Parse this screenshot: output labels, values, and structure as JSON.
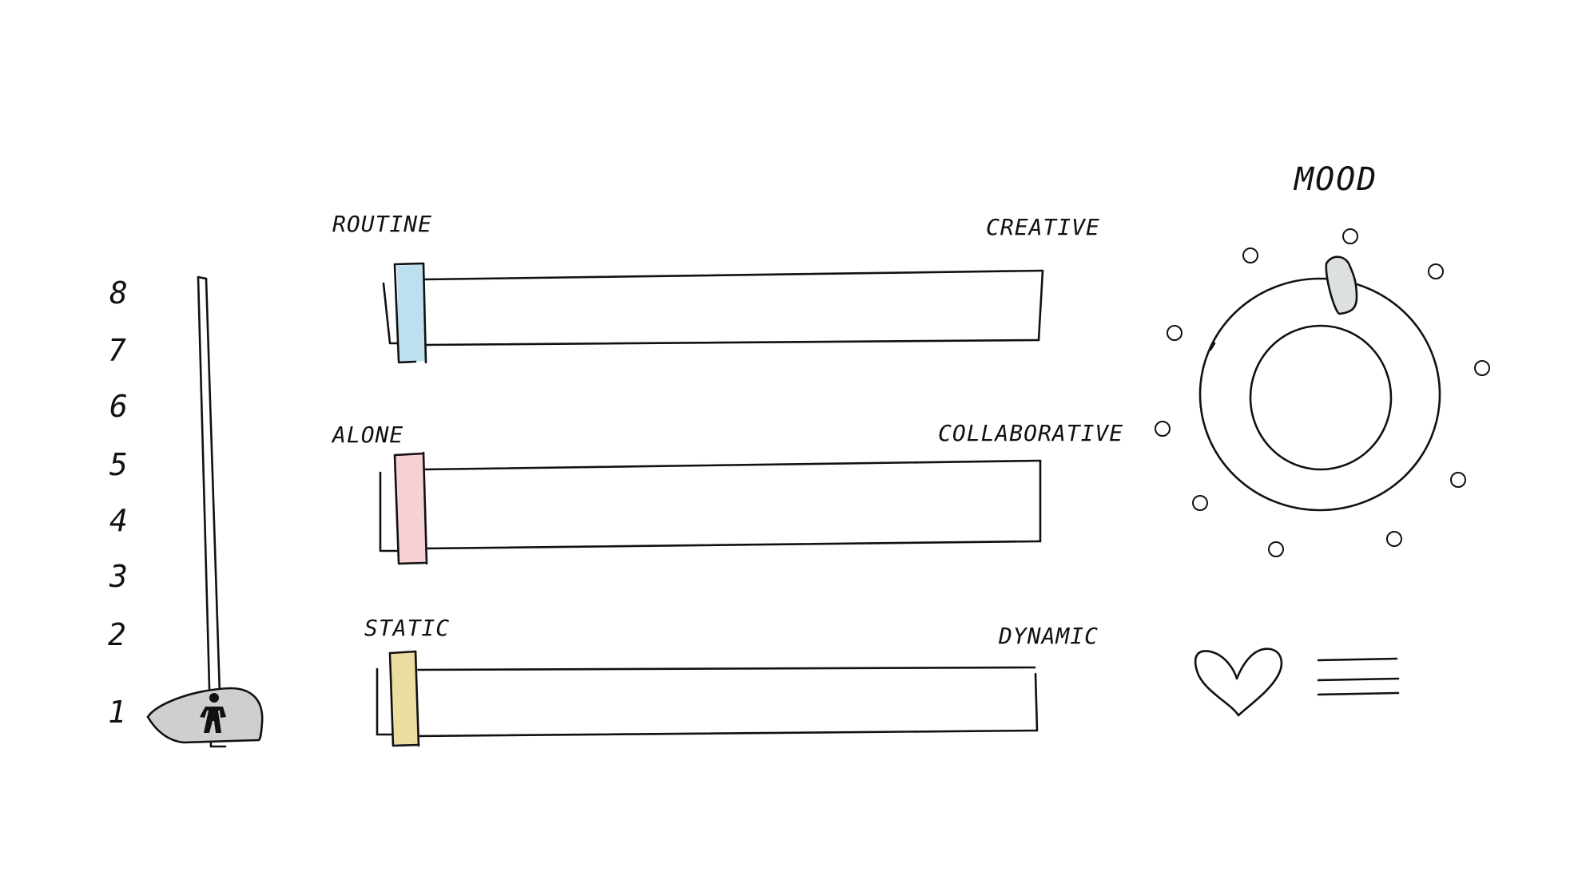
{
  "vertical_scale": {
    "ticks": [
      "8",
      "7",
      "6",
      "5",
      "4",
      "3",
      "2",
      "1"
    ],
    "value": 1,
    "handle_icon": "person-icon",
    "handle_color": "#cfcfcf"
  },
  "sliders": [
    {
      "left_label": "ROUTINE",
      "right_label": "CREATIVE",
      "value": 0.0,
      "handle_color": "#bde0f0"
    },
    {
      "left_label": "ALONE",
      "right_label": "COLLABORATIVE",
      "value": 0.0,
      "handle_color": "#f7d0d4"
    },
    {
      "left_label": "STATIC",
      "right_label": "DYNAMIC",
      "value": 0.0,
      "handle_color": "#ebdc9f"
    }
  ],
  "mood_dial": {
    "title": "MOOD",
    "pointer_color": "#dde0e0",
    "value_fraction": 0.0
  },
  "icons": {
    "heart": "heart-icon",
    "menu": "menu-icon"
  }
}
